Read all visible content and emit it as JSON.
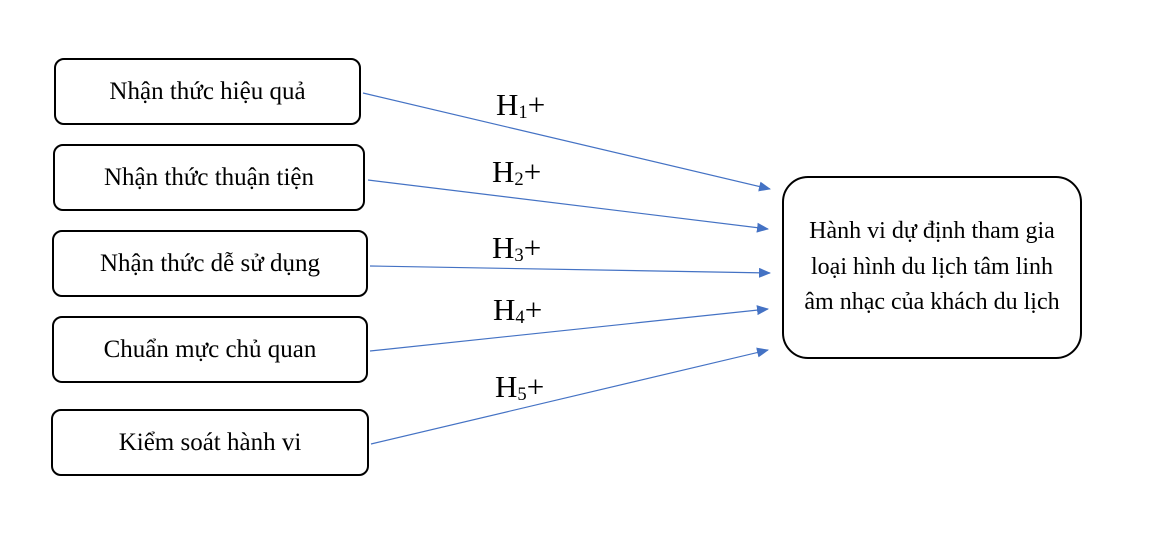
{
  "diagram": {
    "sources": [
      {
        "id": "n1",
        "label": "Nhận thức hiệu quả"
      },
      {
        "id": "n2",
        "label": "Nhận thức thuận tiện"
      },
      {
        "id": "n3",
        "label": "Nhận thức dễ sử dụng"
      },
      {
        "id": "n4",
        "label": "Chuẩn mực chủ quan"
      },
      {
        "id": "n5",
        "label": "Kiểm soát hành vi"
      }
    ],
    "target": {
      "id": "target",
      "label": "Hành vi dự định tham gia loại hình du lịch tâm linh âm nhạc của khách du lịch"
    },
    "hypotheses": [
      {
        "from": "n1",
        "to": "target",
        "letter": "H",
        "index": "1",
        "sign": "+"
      },
      {
        "from": "n2",
        "to": "target",
        "letter": "H",
        "index": "2",
        "sign": "+"
      },
      {
        "from": "n3",
        "to": "target",
        "letter": "H",
        "index": "3",
        "sign": "+"
      },
      {
        "from": "n4",
        "to": "target",
        "letter": "H",
        "index": "4",
        "sign": "+"
      },
      {
        "from": "n5",
        "to": "target",
        "letter": "H",
        "index": "5",
        "sign": "+"
      }
    ],
    "colors": {
      "arrow": "#4472C4",
      "box_border": "#000000",
      "text": "#000000"
    }
  }
}
